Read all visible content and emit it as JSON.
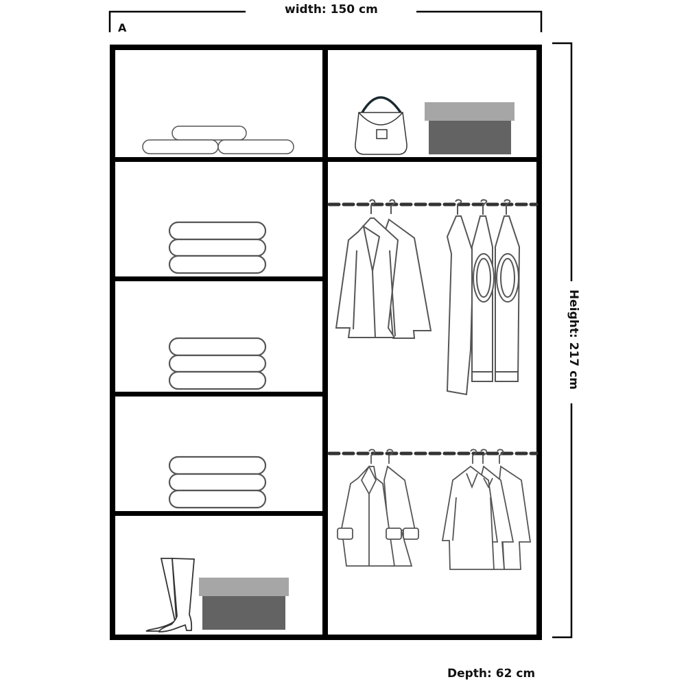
{
  "title": "Wardrobe layout diagram",
  "label_a": "A",
  "dimensions": {
    "width": "width: 150 cm",
    "height": "Height: 217 cm",
    "depth": "Depth: 62 cm"
  },
  "colors": {
    "frame": "#000000",
    "line": "#555555",
    "box_lid": "#a6a6a6",
    "box_body": "#636363",
    "rail": "#333333"
  },
  "compartments": {
    "left": [
      {
        "id": "left-1",
        "contents": "rolled towels (3)"
      },
      {
        "id": "left-2",
        "contents": "folded stack (3)"
      },
      {
        "id": "left-3",
        "contents": "folded stack (3)"
      },
      {
        "id": "left-4",
        "contents": "folded stack (3)"
      },
      {
        "id": "left-5",
        "contents": "boots and storage box"
      }
    ],
    "right": [
      {
        "id": "right-top",
        "contents": "handbag and storage box"
      },
      {
        "id": "right-hanging",
        "contents": "upper rail: jackets and dresses; lower rail: coats and shirts"
      }
    ]
  }
}
